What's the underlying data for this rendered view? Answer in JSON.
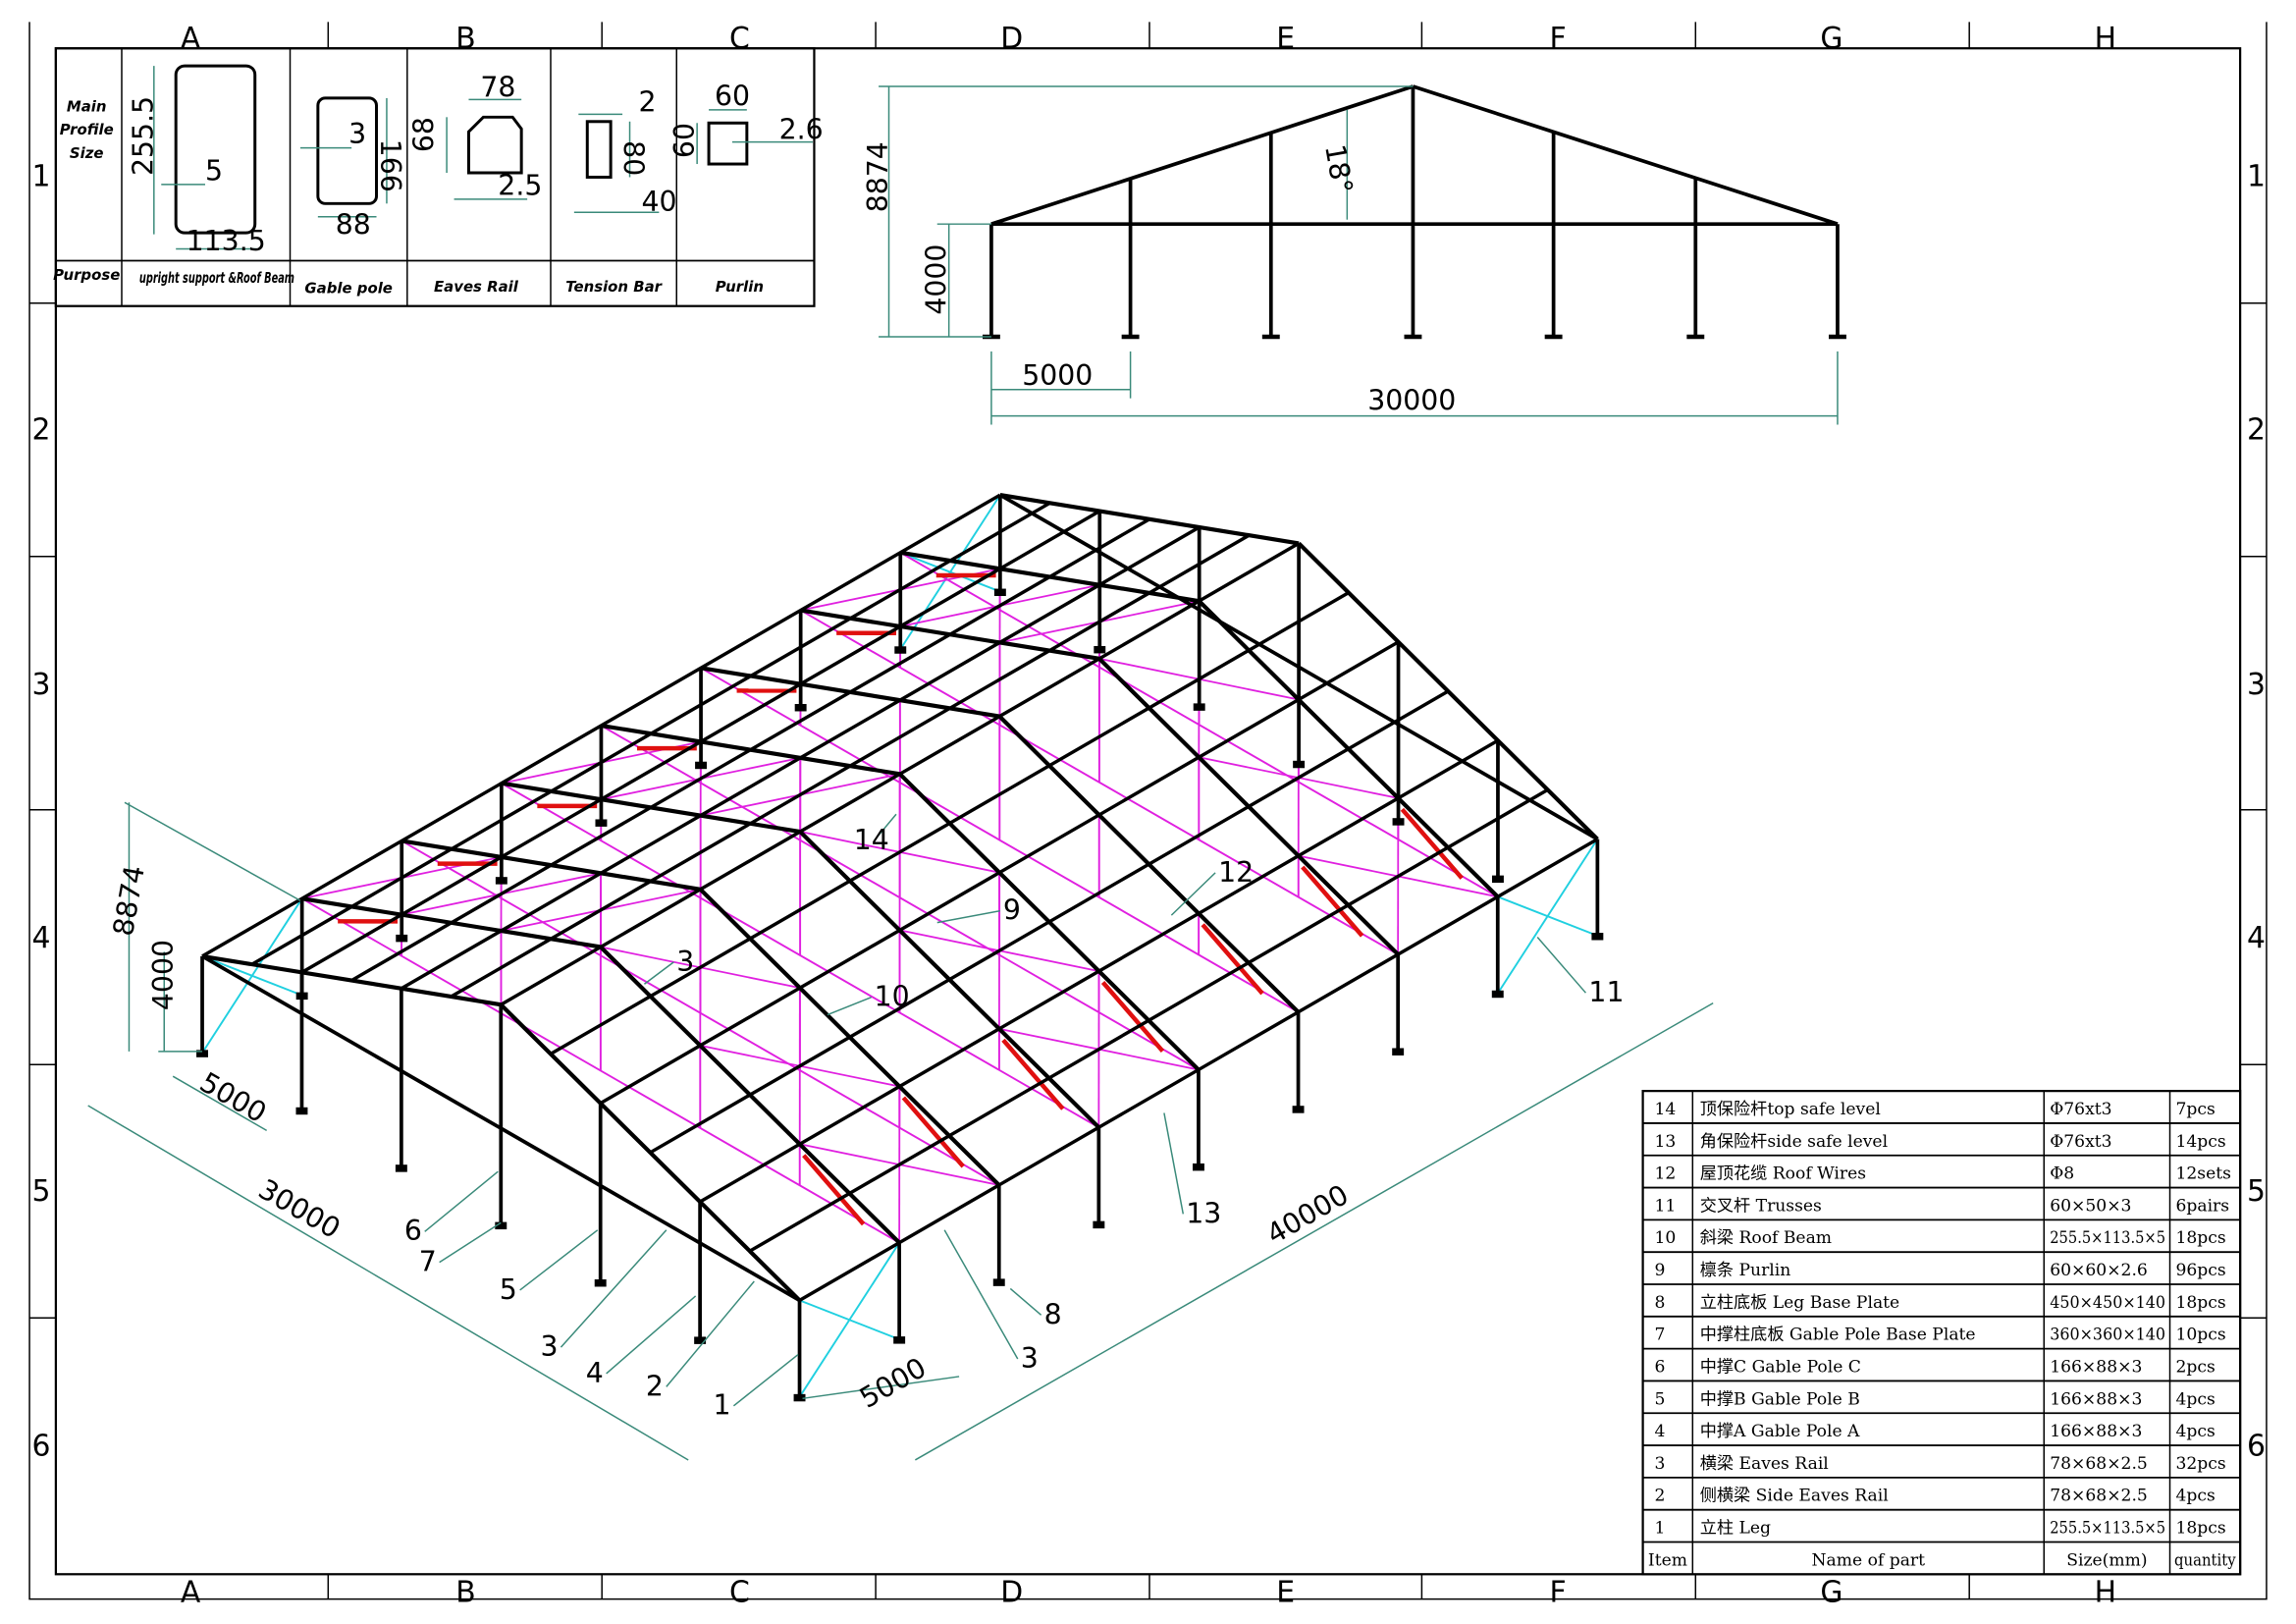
{
  "colors": {
    "frame": "#000000",
    "brace": "#e020e0",
    "safe": "#e01010",
    "truss": "#20d0e0",
    "dimension": "#3a8a7a"
  },
  "grid": {
    "columns": [
      "A",
      "B",
      "C",
      "D",
      "E",
      "F",
      "G",
      "H"
    ],
    "rows": [
      "1",
      "2",
      "3",
      "4",
      "5",
      "6"
    ]
  },
  "profile_table": {
    "row_header_size": "Main Profile Size",
    "row_header_purpose": "Purpose",
    "profiles": [
      {
        "purpose": "upright support &Roof Beam",
        "dims": [
          "255.5",
          "5",
          "113.5"
        ]
      },
      {
        "purpose": "Gable pole",
        "dims": [
          "3",
          "166",
          "88"
        ]
      },
      {
        "purpose": "Eaves Rail",
        "dims": [
          "78",
          "68",
          "2.5"
        ]
      },
      {
        "purpose": "Tension Bar",
        "dims": [
          "2",
          "80",
          "40"
        ]
      },
      {
        "purpose": "Purlin",
        "dims": [
          "60",
          "60",
          "2.6"
        ]
      }
    ]
  },
  "elevation": {
    "height_total": "8874",
    "height_eave": "4000",
    "angle": "18°",
    "bay": "5000",
    "span": "30000"
  },
  "isometric": {
    "dims": {
      "height_total": "8874",
      "height_eave": "4000",
      "bay_front": "5000",
      "bay_side": "5000",
      "width": "30000",
      "length": "40000"
    },
    "callouts": [
      "14",
      "12",
      "9",
      "10",
      "3",
      "11",
      "13",
      "8",
      "3",
      "1",
      "2",
      "4",
      "3",
      "5",
      "6",
      "7"
    ]
  },
  "parts_table": {
    "headers": [
      "Item",
      "Name of part",
      "Size(mm)",
      "quantity"
    ],
    "rows": [
      {
        "item": "14",
        "name": "顶保险杆top safe level",
        "size": "Φ76xt3",
        "qty": "7pcs"
      },
      {
        "item": "13",
        "name": "角保险杆side safe level",
        "size": "Φ76xt3",
        "qty": "14pcs"
      },
      {
        "item": "12",
        "name": "屋顶花缆  Roof Wires",
        "size": "Φ8",
        "qty": "12sets"
      },
      {
        "item": "11",
        "name": "交叉杆 Trusses",
        "size": "60×50×3",
        "qty": "6pairs"
      },
      {
        "item": "10",
        "name": "斜梁  Roof Beam",
        "size": "255.5×113.5×5",
        "qty": "18pcs"
      },
      {
        "item": "9",
        "name": "檩条  Purlin",
        "size": "60×60×2.6",
        "qty": "96pcs"
      },
      {
        "item": "8",
        "name": "立柱底板 Leg Base Plate",
        "size": "450×450×140",
        "qty": "18pcs"
      },
      {
        "item": "7",
        "name": "中撑柱底板 Gable Pole Base Plate",
        "size": "360×360×140",
        "qty": "10pcs"
      },
      {
        "item": "6",
        "name": "中撑C Gable Pole C",
        "size": "166×88×3",
        "qty": "2pcs"
      },
      {
        "item": "5",
        "name": "中撑B Gable Pole B",
        "size": "166×88×3",
        "qty": "4pcs"
      },
      {
        "item": "4",
        "name": "中撑A Gable Pole A",
        "size": "166×88×3",
        "qty": "4pcs"
      },
      {
        "item": "3",
        "name": "横梁 Eaves Rail",
        "size": "78×68×2.5",
        "qty": "32pcs"
      },
      {
        "item": "2",
        "name": "侧横梁 Side Eaves Rail",
        "size": "78×68×2.5",
        "qty": "4pcs"
      },
      {
        "item": "1",
        "name": "立柱 Leg",
        "size": "255.5×113.5×5",
        "qty": "18pcs"
      }
    ]
  }
}
